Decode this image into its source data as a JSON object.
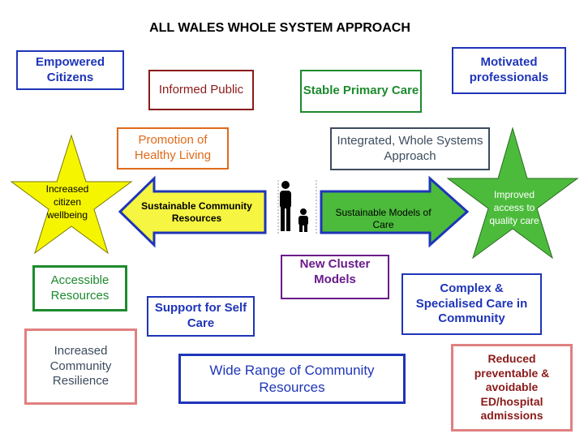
{
  "title": "ALL WALES WHOLE SYSTEM APPROACH",
  "boxes": {
    "empowered_citizens": "Empowered Citizens",
    "informed_public": "Informed Public",
    "stable_primary_care": "Stable Primary Care",
    "motivated_professionals": "Motivated professionals",
    "promotion_healthy_living": "Promotion of Healthy Living",
    "integrated_whole_systems": "Integrated, Whole Systems Approach",
    "accessible_resources": "Accessible Resources",
    "increased_community_resilience": "Increased Community Resilience",
    "support_for_self_care": "Support for Self Care",
    "new_cluster_models": "New Cluster Models",
    "complex_specialised_care": "Complex & Specialised Care in Community",
    "wide_range_community_resources": "Wide Range of Community Resources",
    "reduced_preventable_admissions": "Reduced preventable & avoidable ED/hospital admissions"
  },
  "arrows": {
    "left_label": "Sustainable Community Resources",
    "right_label": "Sustainable Models of Care"
  },
  "stars": {
    "left_label": "Increased citizen wellbeing",
    "right_label": "Improved access to quality care"
  },
  "icons": {
    "center": "adult-child-figures-icon"
  },
  "colors": {
    "blue": "#1f35b8",
    "dark_red": "#8b1a1a",
    "green": "#1d8a2e",
    "orange": "#e06a1a",
    "gray_blue": "#3c4c5e",
    "purple": "#6a1b8a",
    "pink": "#e08080",
    "star_yellow": "#f5f500",
    "star_green": "#4cbb3c",
    "arrow_yellow": "#f5f542",
    "arrow_green": "#4cbb3c"
  }
}
